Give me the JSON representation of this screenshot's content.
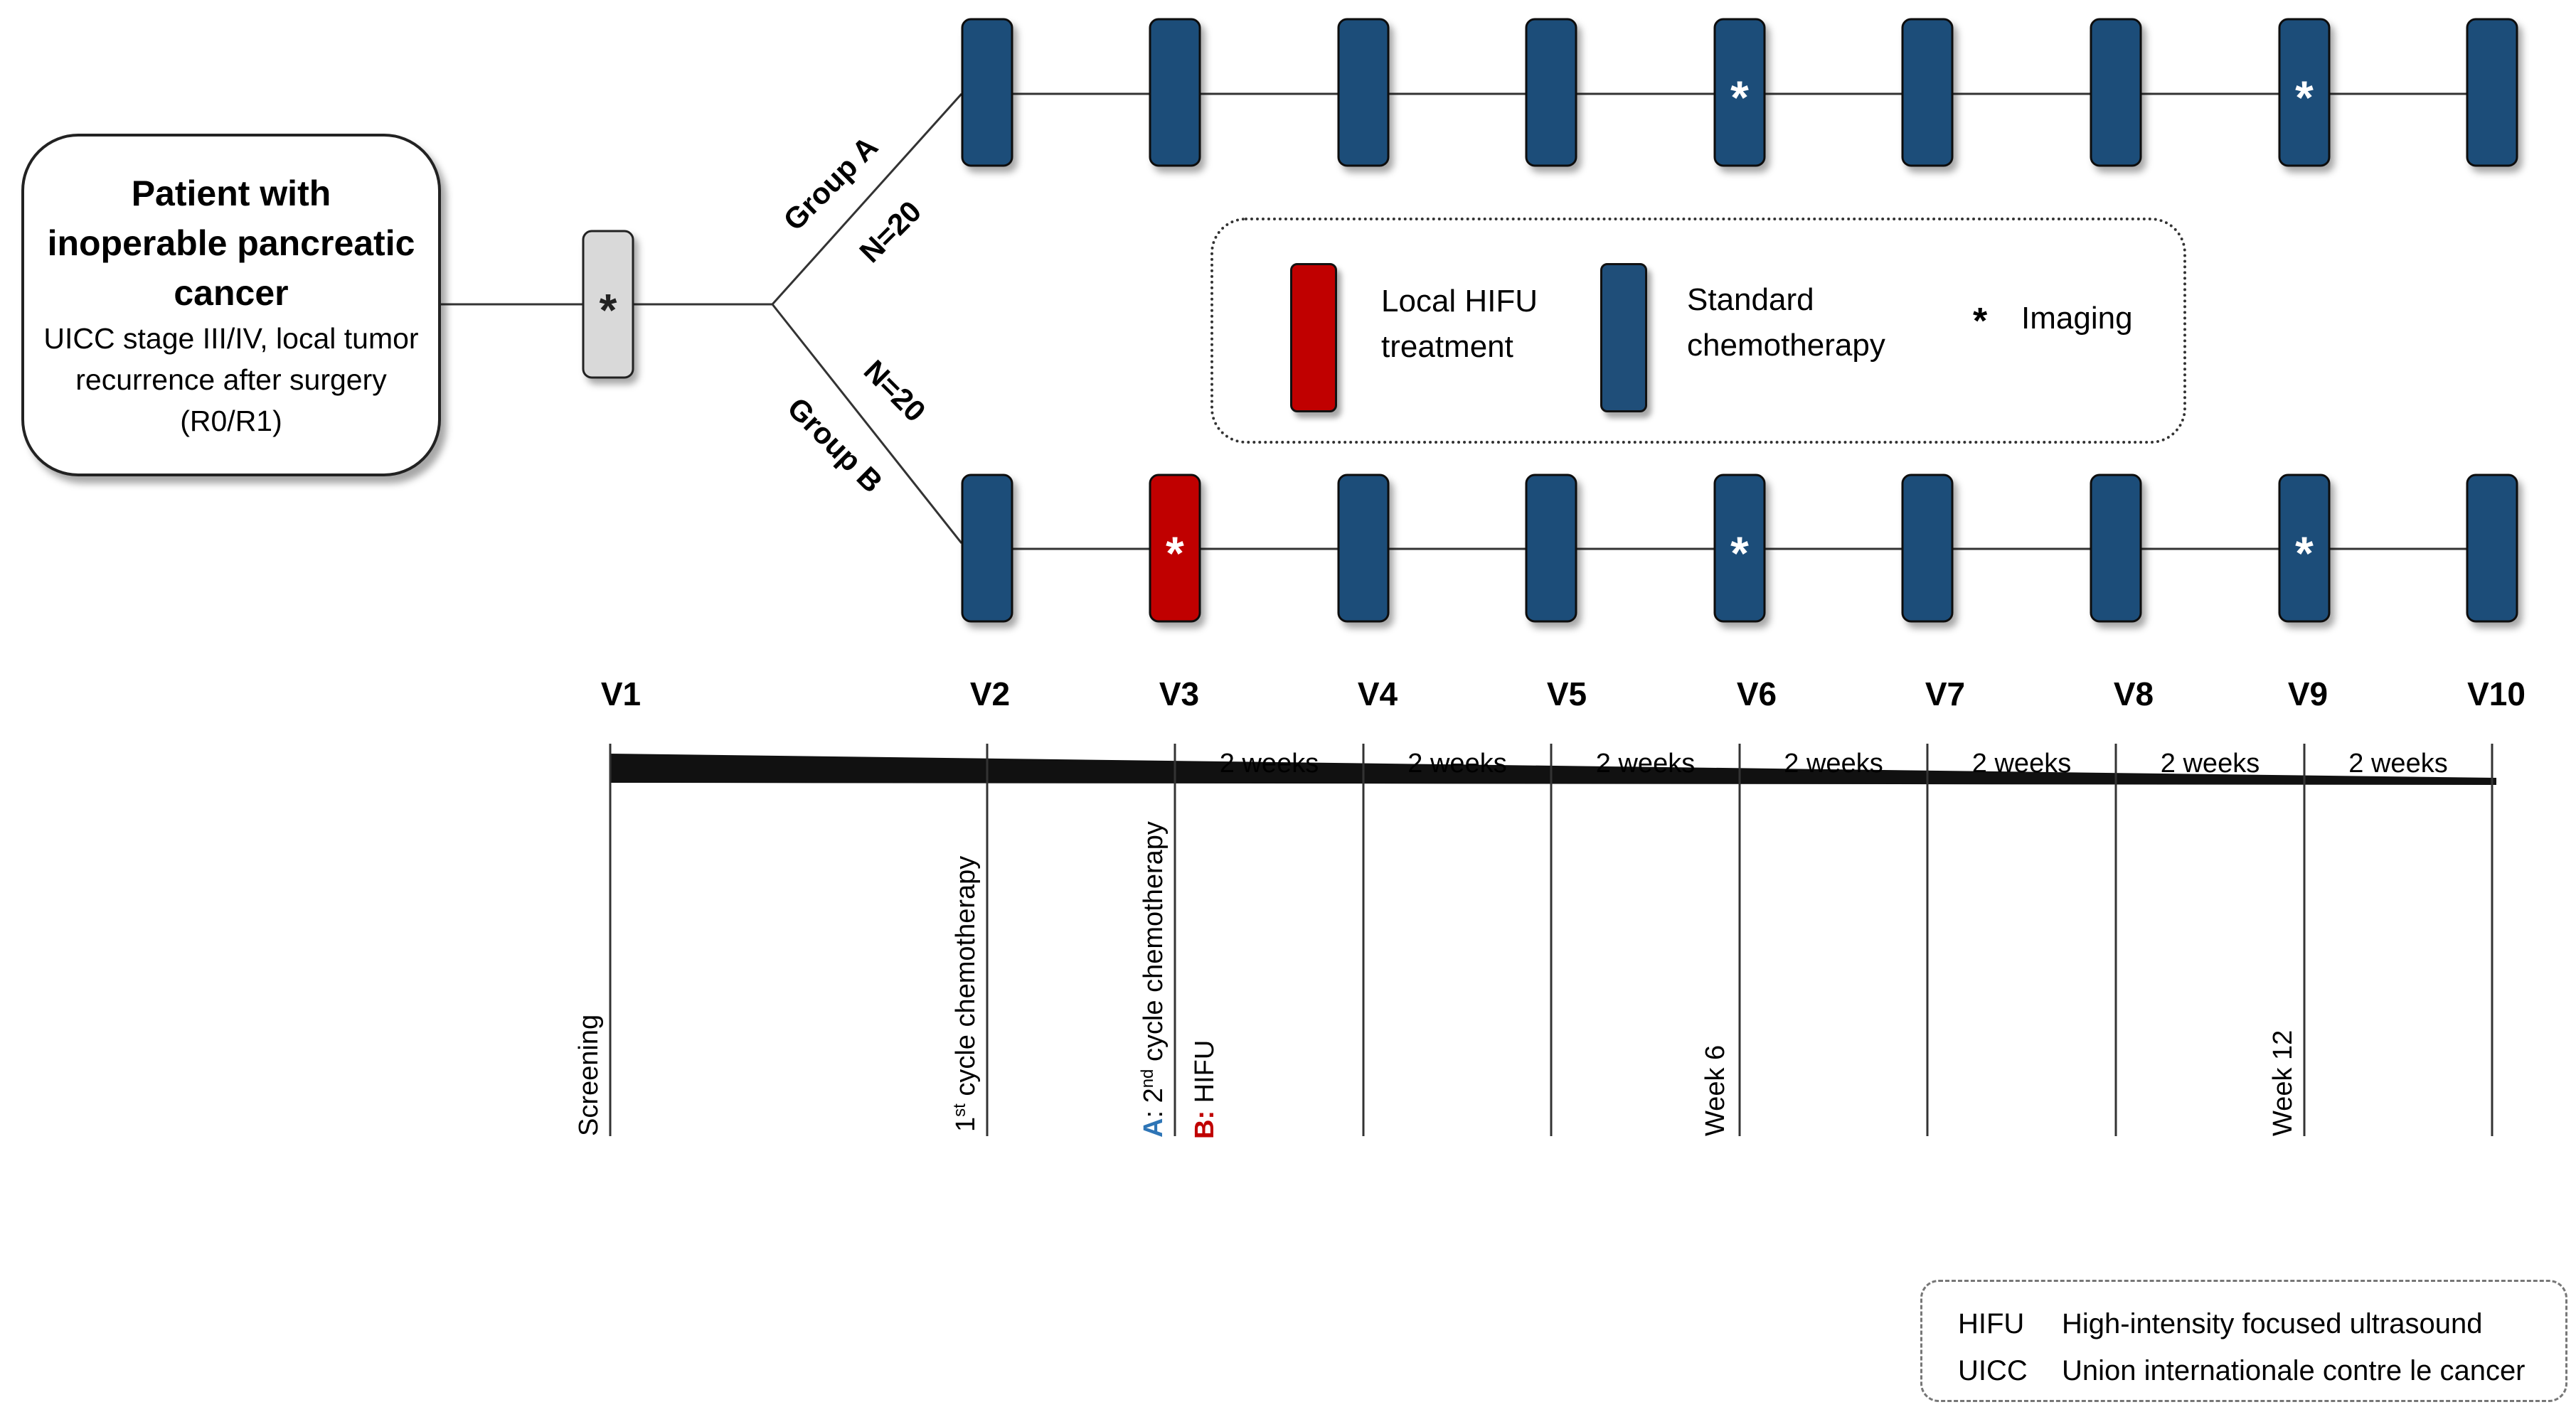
{
  "patient_box": {
    "title": "Patient with inoperable pancreatic cancer",
    "subtitle": "UICC stage III/IV, local tumor recurrence after surgery (R0/R1)"
  },
  "screening_mark": "*",
  "groups": [
    {
      "name": "Group A",
      "n": "N=20"
    },
    {
      "name": "Group B",
      "n": "N=20"
    }
  ],
  "visits": [
    "V1",
    "V2",
    "V3",
    "V4",
    "V5",
    "V6",
    "V7",
    "V8",
    "V9",
    "V10"
  ],
  "group_a_boxes": [
    {
      "type": "chemo",
      "imaging": false
    },
    {
      "type": "chemo",
      "imaging": false
    },
    {
      "type": "chemo",
      "imaging": false
    },
    {
      "type": "chemo",
      "imaging": false
    },
    {
      "type": "chemo",
      "imaging": true
    },
    {
      "type": "chemo",
      "imaging": false
    },
    {
      "type": "chemo",
      "imaging": false
    },
    {
      "type": "chemo",
      "imaging": true
    },
    {
      "type": "chemo",
      "imaging": false
    }
  ],
  "group_b_boxes": [
    {
      "type": "chemo",
      "imaging": false
    },
    {
      "type": "hifu",
      "imaging": true
    },
    {
      "type": "chemo",
      "imaging": false
    },
    {
      "type": "chemo",
      "imaging": false
    },
    {
      "type": "chemo",
      "imaging": true
    },
    {
      "type": "chemo",
      "imaging": false
    },
    {
      "type": "chemo",
      "imaging": false
    },
    {
      "type": "chemo",
      "imaging": true
    },
    {
      "type": "chemo",
      "imaging": false
    }
  ],
  "legend": {
    "hifu": "Local HIFU\ntreatment",
    "chemo": "Standard\nchemotherapy",
    "imaging_symbol": "*",
    "imaging": "Imaging"
  },
  "interval_label": "2 weeks",
  "timeline_labels": {
    "screening": "Screening",
    "cycle1_pre": "1",
    "cycle1_sup": "st",
    "cycle1_post": " cycle chemotherapy",
    "cycle2_prefix_a": "A",
    "cycle2_pre": ": 2",
    "cycle2_sup": "nd",
    "cycle2_post": " cycle chemotherapy",
    "hifu_prefix_b": "B:",
    "hifu_text": " HIFU",
    "week6": "Week 6",
    "week12": "Week 12"
  },
  "abbreviations": [
    {
      "term": "HIFU",
      "definition": "High-intensity focused ultrasound"
    },
    {
      "term": "UICC",
      "definition": "Union internationale contre le cancer"
    }
  ],
  "colors": {
    "chemo": "#1f4e79",
    "hifu": "#c00000",
    "screening_box": "#d9d9d9",
    "group_a_letter": "#2e75b6",
    "group_b_letter": "#c00000"
  }
}
